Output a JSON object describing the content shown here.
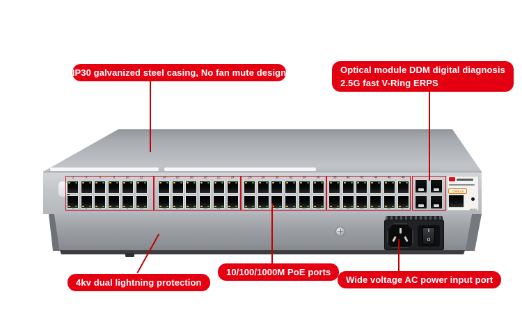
{
  "annotations": {
    "top_left": {
      "text": "IP30 galvanized steel casing, No fan mute design"
    },
    "top_right": {
      "line1": "Optical module DDM digital diagnosis",
      "line2": "2.5G fast V-Ring ERPS"
    },
    "bottom_left": {
      "text": "4kv dual lightning protection"
    },
    "bottom_center": {
      "text": "10/100/1000M PoE ports"
    },
    "bottom_right": {
      "text": "Wide voltage AC power input port"
    }
  },
  "colors": {
    "label_red": "#e50011",
    "leader_red": "#c30000",
    "led_yellow": "#f2d22e",
    "led_green": "#3fae49",
    "port_outline_red": "#c8101c"
  },
  "device": {
    "type": "48-port PoE network switch with 4 SFP uplinks",
    "ports": {
      "rj45_count": 48,
      "banks": 4,
      "columns_per_bank": 6,
      "rows": 2,
      "top_numbers": [
        "2",
        "4",
        "6",
        "8",
        "10",
        "12",
        "14",
        "16",
        "18",
        "20",
        "22",
        "24",
        "26",
        "28",
        "30",
        "32",
        "34",
        "36",
        "38",
        "40",
        "42",
        "44",
        "46",
        "48"
      ],
      "bottom_numbers": [
        "1",
        "3",
        "5",
        "7",
        "9",
        "11",
        "13",
        "15",
        "17",
        "19",
        "21",
        "23",
        "25",
        "27",
        "29",
        "31",
        "33",
        "35",
        "37",
        "39",
        "41",
        "43",
        "45",
        "47"
      ]
    },
    "sfp_count": 4,
    "console_label": "CONSOLE",
    "reset_label": "RESET",
    "power_switch": {
      "on": "I",
      "off": "O"
    }
  }
}
